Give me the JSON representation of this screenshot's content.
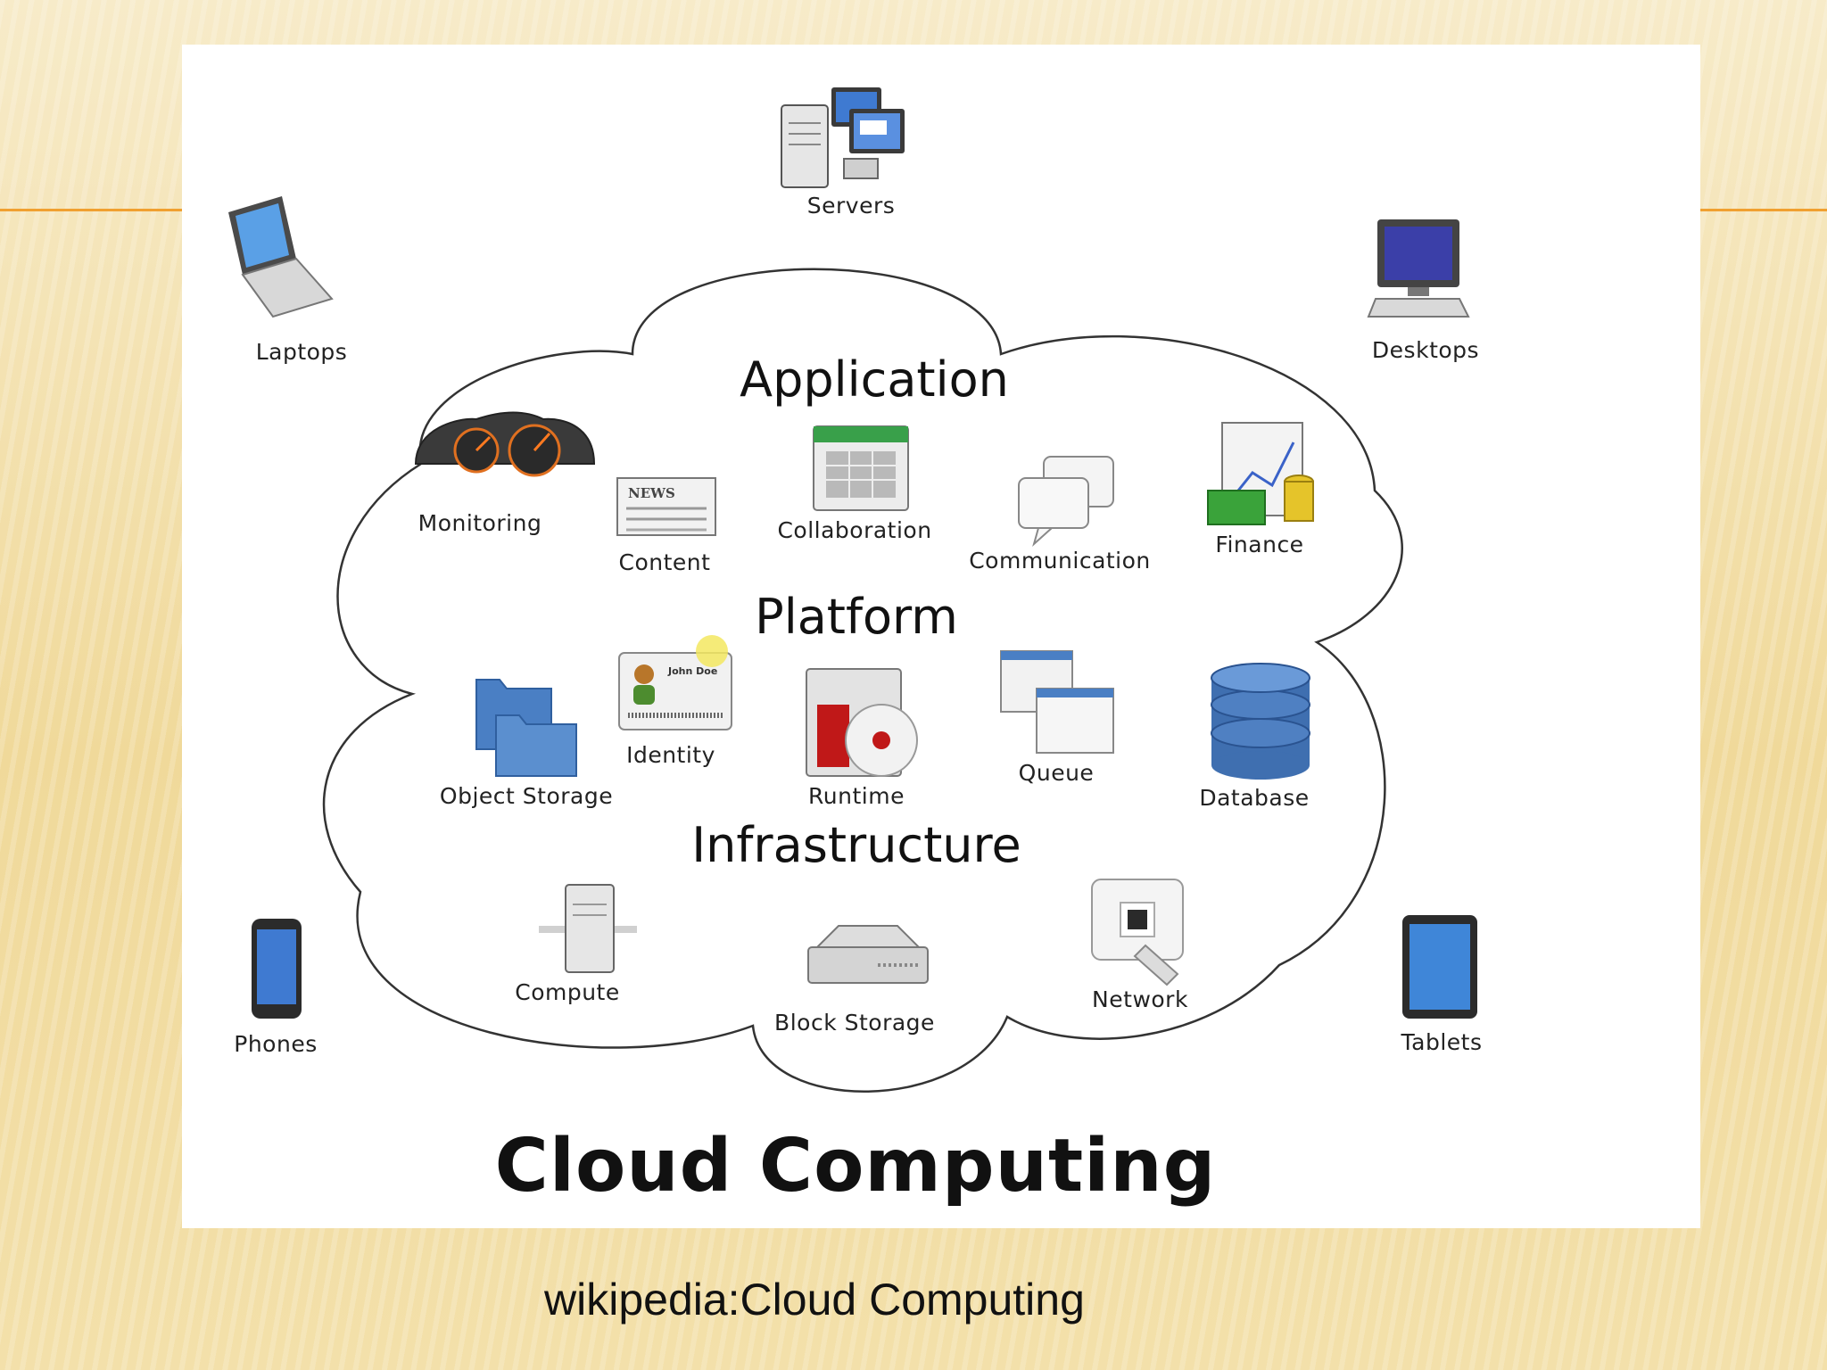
{
  "diagram": {
    "title": "Cloud Computing",
    "sections": {
      "application": "Application",
      "platform": "Platform",
      "infrastructure": "Infrastructure"
    },
    "devices": {
      "servers": "Servers",
      "laptops": "Laptops",
      "desktops": "Desktops",
      "phones": "Phones",
      "tablets": "Tablets"
    },
    "application_items": {
      "monitoring": "Monitoring",
      "content": "Content",
      "collaboration": "Collaboration",
      "communication": "Communication",
      "finance": "Finance"
    },
    "platform_items": {
      "object_storage": "Object Storage",
      "identity": "Identity",
      "runtime": "Runtime",
      "queue": "Queue",
      "database": "Database"
    },
    "infrastructure_items": {
      "compute": "Compute",
      "block_storage": "Block Storage",
      "network": "Network"
    },
    "icon_text": {
      "news": "NEWS",
      "john_doe": "John Doe"
    }
  },
  "caption": "wikipedia:Cloud Computing",
  "colors": {
    "accent": "#f0a030",
    "background": "#f3e2b3",
    "folder_blue": "#5b8fcf",
    "database_blue": "#3f6fb0",
    "finance_green": "#3aa33a"
  }
}
